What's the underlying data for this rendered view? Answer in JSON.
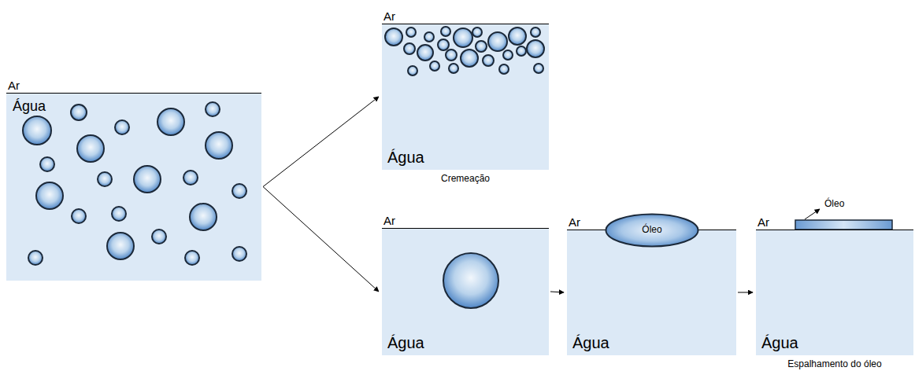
{
  "diagram": {
    "nodes": [
      {
        "text": [
          "Ar",
          "Água"
        ]
      },
      {
        "text": [
          "Ar",
          "Água",
          "Cremeação"
        ]
      },
      {
        "text": [
          "Ar",
          "Água"
        ]
      },
      {
        "text": [
          "Ar",
          "Água"
        ]
      },
      {
        "text": [
          "Óleo"
        ],
        "in": 3
      },
      {
        "text": [
          "Ar",
          "Água",
          "Espalhamento do óleo"
        ]
      }
    ],
    "edges": [
      {
        "from": 0,
        "to": 1,
        "arrow": "to"
      },
      {
        "from": 0,
        "to": 2,
        "arrow": "to"
      },
      {
        "from": 2,
        "to": 3,
        "arrow": "to"
      },
      {
        "from": 3,
        "to": 5,
        "arrow": "to"
      }
    ],
    "labels": [
      "Óleo"
    ]
  }
}
